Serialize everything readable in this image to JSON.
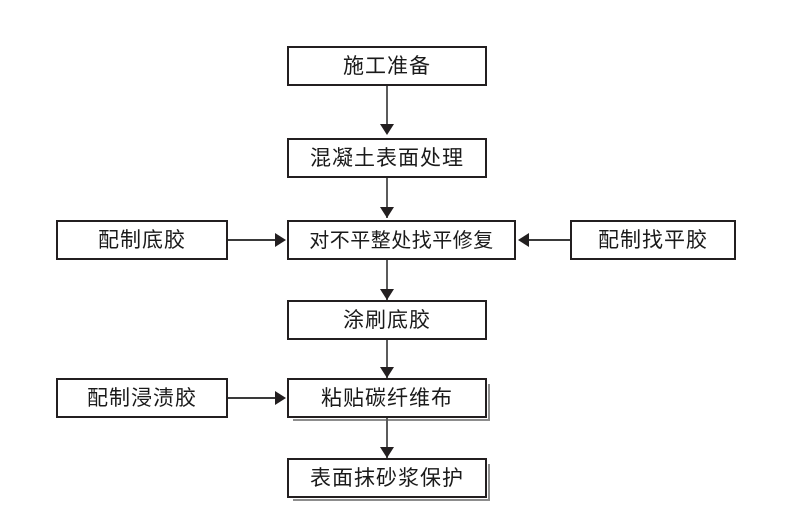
{
  "diagram": {
    "type": "flowchart",
    "orientation": "top-to-bottom",
    "background_color": "#ffffff",
    "box_border_color": "#231f20",
    "arrow_color": "#231f20",
    "main_flow": [
      {
        "id": "step1",
        "label": "施工准备"
      },
      {
        "id": "step2",
        "label": "混凝土表面处理"
      },
      {
        "id": "step3",
        "label": "对不平整处找平修复"
      },
      {
        "id": "step4",
        "label": "涂刷底胶"
      },
      {
        "id": "step5",
        "label": "粘贴碳纤维布"
      },
      {
        "id": "step6",
        "label": "表面抹砂浆保护"
      }
    ],
    "side_inputs": [
      {
        "id": "aux1",
        "label": "配制底胶",
        "side": "left",
        "target": "step3"
      },
      {
        "id": "aux2",
        "label": "配制找平胶",
        "side": "right",
        "target": "step3"
      },
      {
        "id": "aux3",
        "label": "配制浸渍胶",
        "side": "left",
        "target": "step5"
      }
    ]
  }
}
